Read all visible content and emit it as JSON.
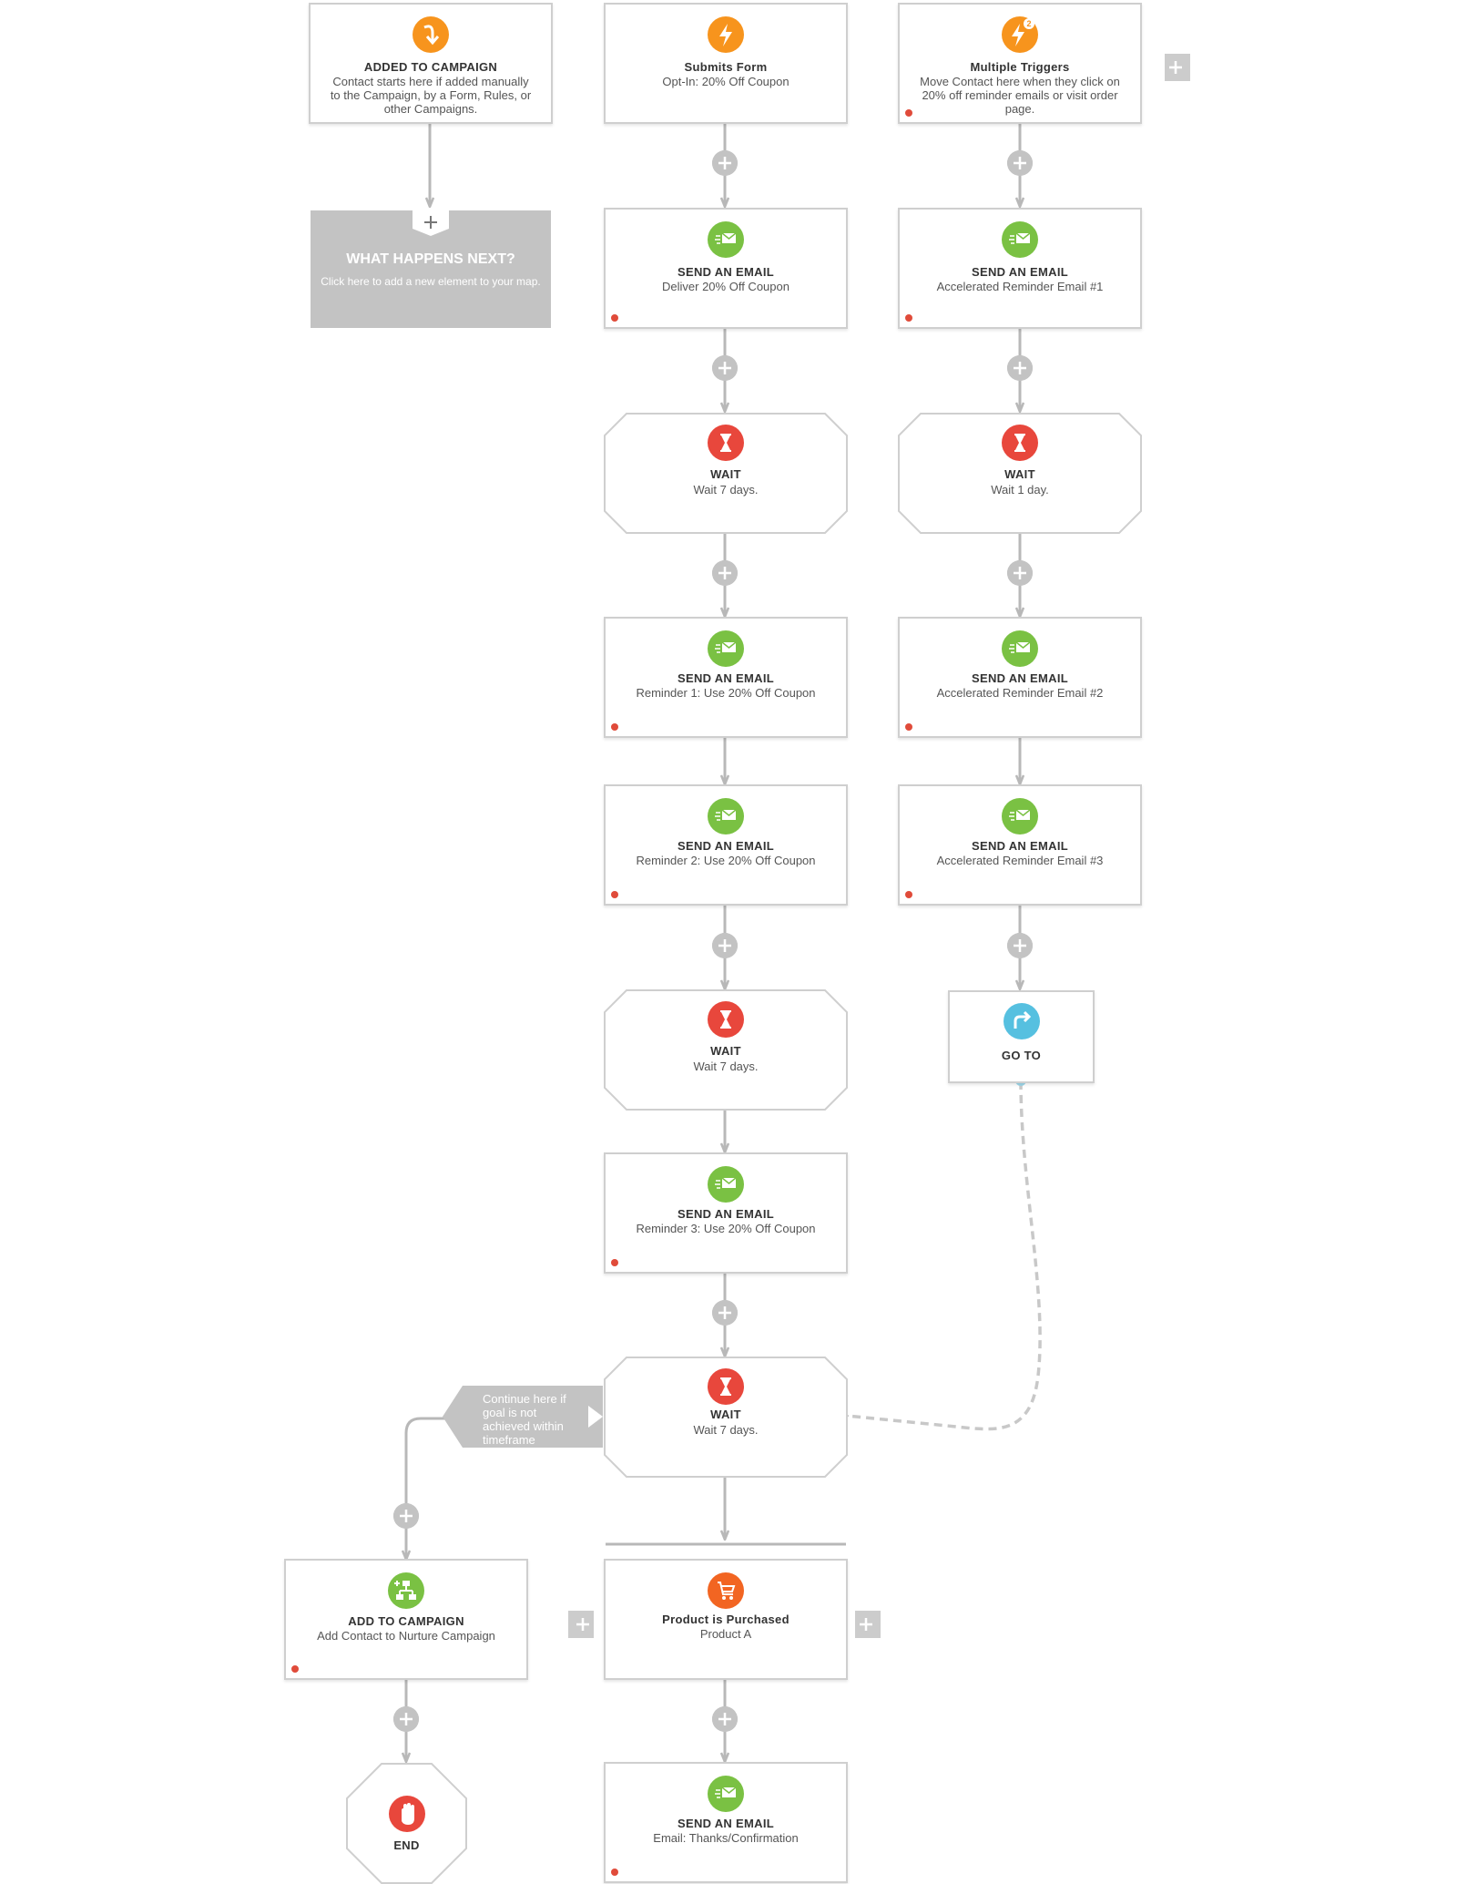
{
  "nodes": {
    "added_to_campaign": {
      "title": "ADDED TO CAMPAIGN",
      "sub": "Contact starts here if added manually to the Campaign, by a Form, Rules, or other Campaigns."
    },
    "submits_form": {
      "title": "Submits Form",
      "sub": "Opt-In: 20% Off Coupon"
    },
    "multiple_triggers": {
      "title": "Multiple Triggers",
      "sub": "Move Contact here when they click on 20% off reminder emails or visit order page."
    },
    "what_happens_next": {
      "title": "WHAT HAPPENS NEXT?",
      "sub": "Click here to add a new element to your map."
    },
    "email_deliver": {
      "title": "SEND AN EMAIL",
      "sub": "Deliver 20% Off Coupon"
    },
    "email_accel_1": {
      "title": "SEND AN EMAIL",
      "sub": "Accelerated Reminder Email #1"
    },
    "wait_7_a": {
      "title": "WAIT",
      "sub": "Wait 7 days."
    },
    "wait_1": {
      "title": "WAIT",
      "sub": "Wait 1 day."
    },
    "email_reminder_1": {
      "title": "SEND AN EMAIL",
      "sub": "Reminder 1: Use 20% Off Coupon"
    },
    "email_accel_2": {
      "title": "SEND AN EMAIL",
      "sub": "Accelerated Reminder Email #2"
    },
    "email_reminder_2": {
      "title": "SEND AN EMAIL",
      "sub": "Reminder 2: Use 20% Off Coupon"
    },
    "email_accel_3": {
      "title": "SEND AN EMAIL",
      "sub": "Accelerated Reminder Email #3"
    },
    "wait_7_b": {
      "title": "WAIT",
      "sub": "Wait 7 days."
    },
    "go_to": {
      "title": "GO TO"
    },
    "email_reminder_3": {
      "title": "SEND AN EMAIL",
      "sub": "Reminder 3: Use 20% Off Coupon"
    },
    "wait_7_c": {
      "title": "WAIT",
      "sub": "Wait 7 days."
    },
    "add_to_campaign": {
      "title": "ADD TO CAMPAIGN",
      "sub": "Add Contact to Nurture Campaign"
    },
    "product_purchased": {
      "title": "Product is Purchased",
      "sub": "Product A"
    },
    "end": {
      "title": "END"
    },
    "email_thanks": {
      "title": "SEND AN EMAIL",
      "sub": "Email: Thanks/Confirmation"
    }
  },
  "goal_label": "Continue here if goal is not achieved within timeframe",
  "icons": {
    "start": "arrow-down-icon",
    "trigger": "lightning-icon",
    "multi_trigger": "lightning-multi-icon",
    "email": "email-icon",
    "wait": "hourglass-icon",
    "goto": "goto-arrow-icon",
    "campaign": "add-to-campaign-icon",
    "purchase": "cart-icon",
    "end": "stop-hand-icon"
  },
  "colors": {
    "orange": "#f7941d",
    "orange_dark": "#f26522",
    "green": "#7ac143",
    "red": "#e8473c",
    "blue": "#56c0e0",
    "connector": "#b8b8b8",
    "node_border": "#cfcfcf",
    "placeholder": "#c3c3c3",
    "status_dot": "#e04b3a"
  }
}
